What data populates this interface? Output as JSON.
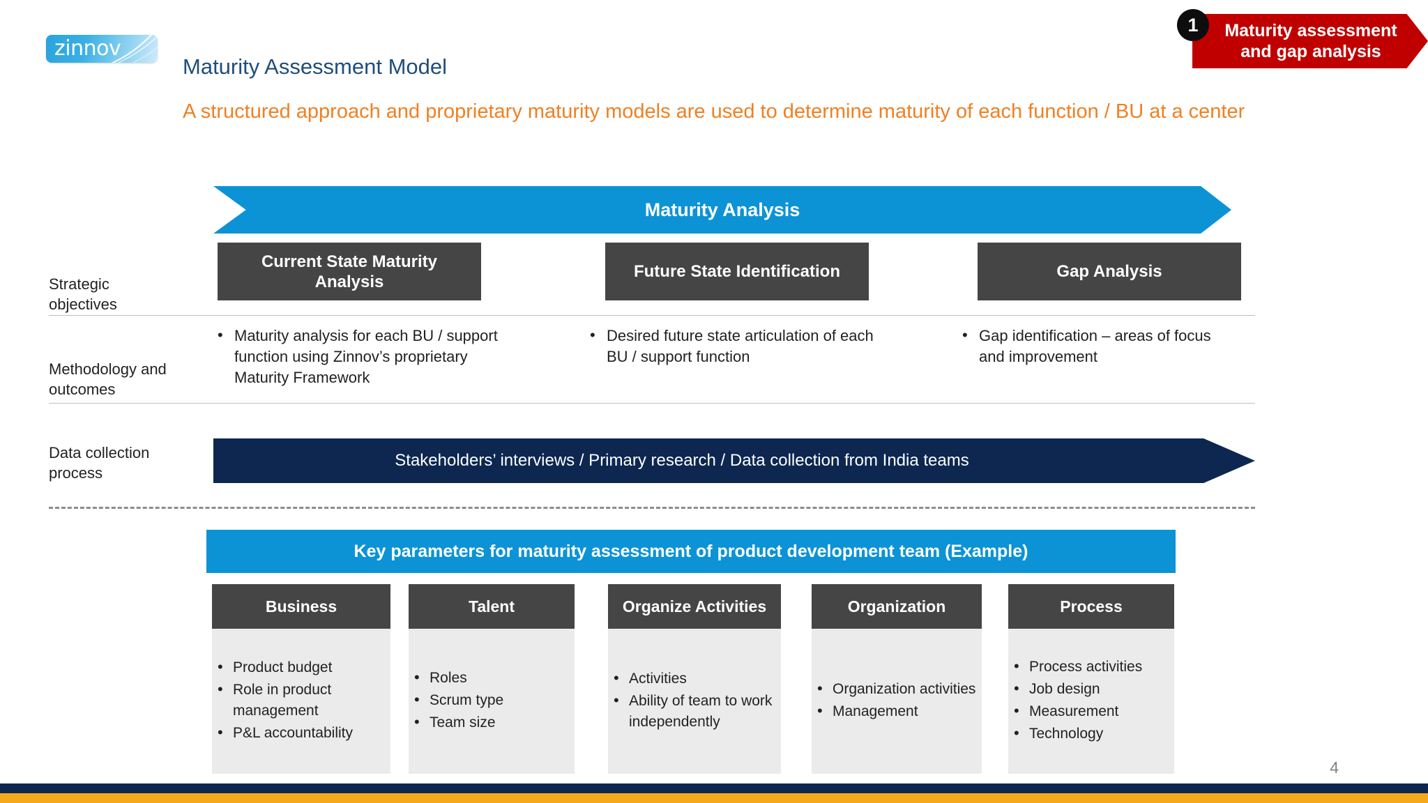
{
  "brand": {
    "logo_text": "zinnov",
    "logo_icon": "swoosh-icon",
    "accent_blue": "#0c93d5",
    "accent_navy": "#0d2750",
    "accent_orange": "#ef8023",
    "accent_red": "#c00000",
    "dark_box": "#454545",
    "light_box": "#ebebeb"
  },
  "header": {
    "title": "Maturity Assessment Model",
    "subtitle": "A structured approach and proprietary maturity models are used to determine maturity of each function / BU at a center"
  },
  "badge": {
    "number": "1",
    "label": "Maturity assessment\nand gap analysis"
  },
  "maturity_banner": {
    "label": "Maturity Analysis"
  },
  "rows": {
    "strategic_objectives_label": "Strategic\nobjectives",
    "methodology_label": "Methodology and\noutcomes",
    "data_collection_label": "Data collection\nprocess"
  },
  "phases": [
    {
      "title": "Current State Maturity Analysis"
    },
    {
      "title": "Future State Identification"
    },
    {
      "title": "Gap Analysis"
    }
  ],
  "methodology": [
    {
      "bullets": [
        "Maturity analysis for each BU / support function using Zinnov’s proprietary Maturity Framework"
      ]
    },
    {
      "bullets": [
        "Desired future state articulation of each BU / support function"
      ]
    },
    {
      "bullets": [
        "Gap identification – areas of focus and improvement"
      ]
    }
  ],
  "data_collection": {
    "label": "Stakeholders’ interviews / Primary research / Data collection from India teams"
  },
  "key_parameters": {
    "banner": "Key parameters for maturity assessment of product development team (Example)",
    "columns": [
      {
        "title": "Business",
        "items": [
          "Product budget",
          "Role in product management",
          "P&L accountability"
        ]
      },
      {
        "title": "Talent",
        "items": [
          "Roles",
          "Scrum type",
          "Team size"
        ]
      },
      {
        "title": "Organize Activities",
        "items": [
          "Activities",
          "Ability of team to work independently"
        ]
      },
      {
        "title": "Organization",
        "items": [
          "Organization activities",
          "Management"
        ]
      },
      {
        "title": "Process",
        "items": [
          "Process activities",
          "Job design",
          "Measurement",
          "Technology"
        ]
      }
    ]
  },
  "footer": {
    "page_number": "4"
  }
}
